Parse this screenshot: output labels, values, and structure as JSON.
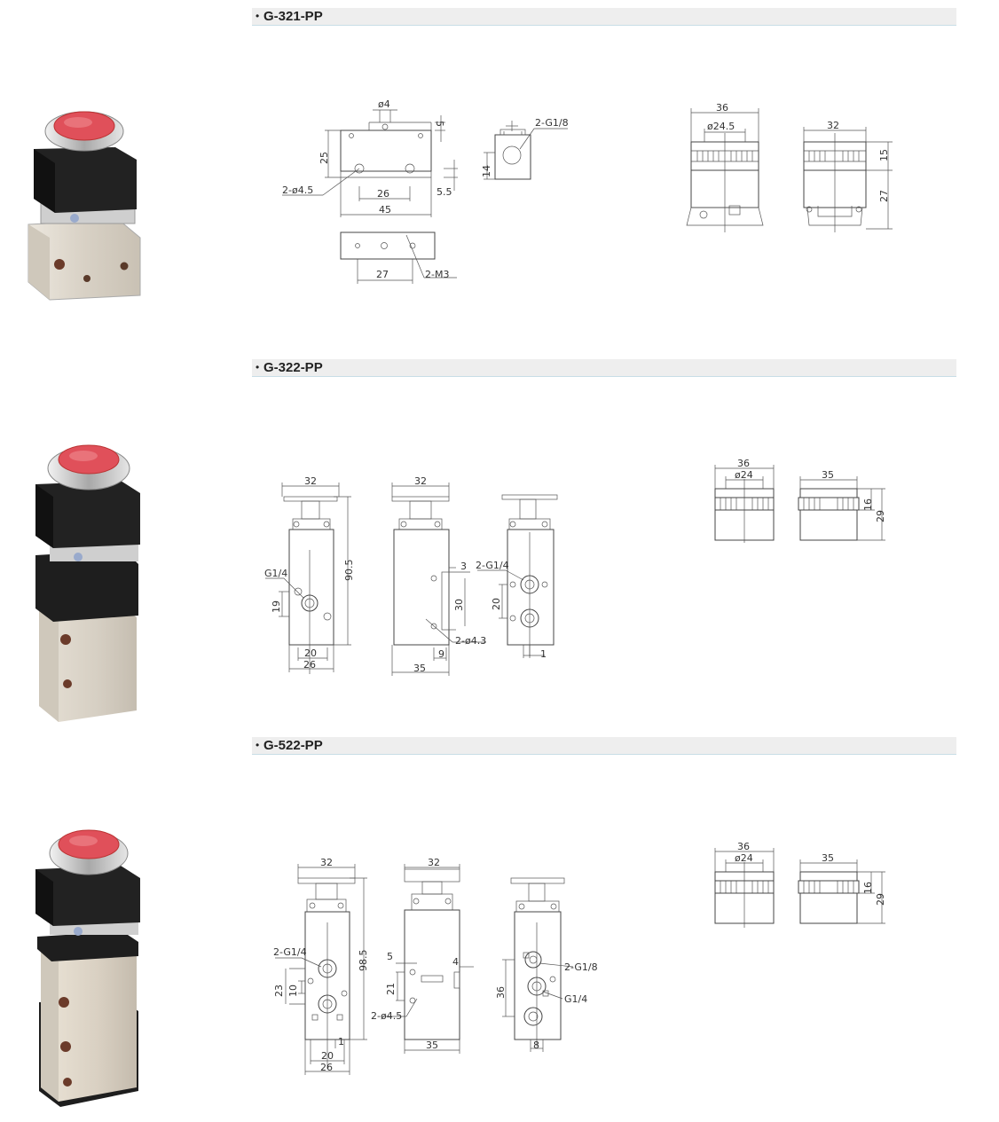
{
  "sections": [
    {
      "model": "G-321-PP",
      "dims": {
        "d4": "ø4",
        "v5": "5",
        "v25": "25",
        "d45b": "2-ø4.5",
        "v26": "26",
        "v45": "45",
        "v55": "5.5",
        "v14": "14",
        "g18": "2-G1/8",
        "v27": "27",
        "m3": "2-M3",
        "w36": "36",
        "d245": "ø24.5",
        "w32": "32",
        "h15": "15",
        "h27": "27"
      }
    },
    {
      "model": "G-322-PP",
      "dims": {
        "a32": "32",
        "g14": "G1/4",
        "v19": "19",
        "v20": "20",
        "v26": "26",
        "v905": "90.5",
        "b32": "32",
        "v3": "3",
        "v30": "30",
        "d43": "2-ø4.3",
        "v9": "9",
        "v35": "35",
        "g14b": "2-G1/4",
        "c20": "20",
        "v1": "1",
        "w36": "36",
        "d24": "ø24",
        "w35": "35",
        "h16": "16",
        "h29": "29"
      }
    },
    {
      "model": "G-522-PP",
      "dims": {
        "a32": "32",
        "g14": "2-G1/4",
        "v23": "23",
        "v10": "10",
        "v985": "98.5",
        "v1": "1",
        "v20": "20",
        "v26": "26",
        "b32": "32",
        "v5": "5",
        "v4": "4",
        "v21": "21",
        "d45": "2-ø4.5",
        "v35": "35",
        "g18": "2-G1/8",
        "v36": "36",
        "g14c": "G1/4",
        "v8": "8",
        "w36": "36",
        "d24": "ø24",
        "w35": "35",
        "h16": "16",
        "h29": "29"
      }
    }
  ],
  "colors": {
    "button_red": "#e0505a",
    "bezel": "#d8d8d8",
    "black_body": "#1e1e1e",
    "alu_body": "#e3ddd3"
  }
}
